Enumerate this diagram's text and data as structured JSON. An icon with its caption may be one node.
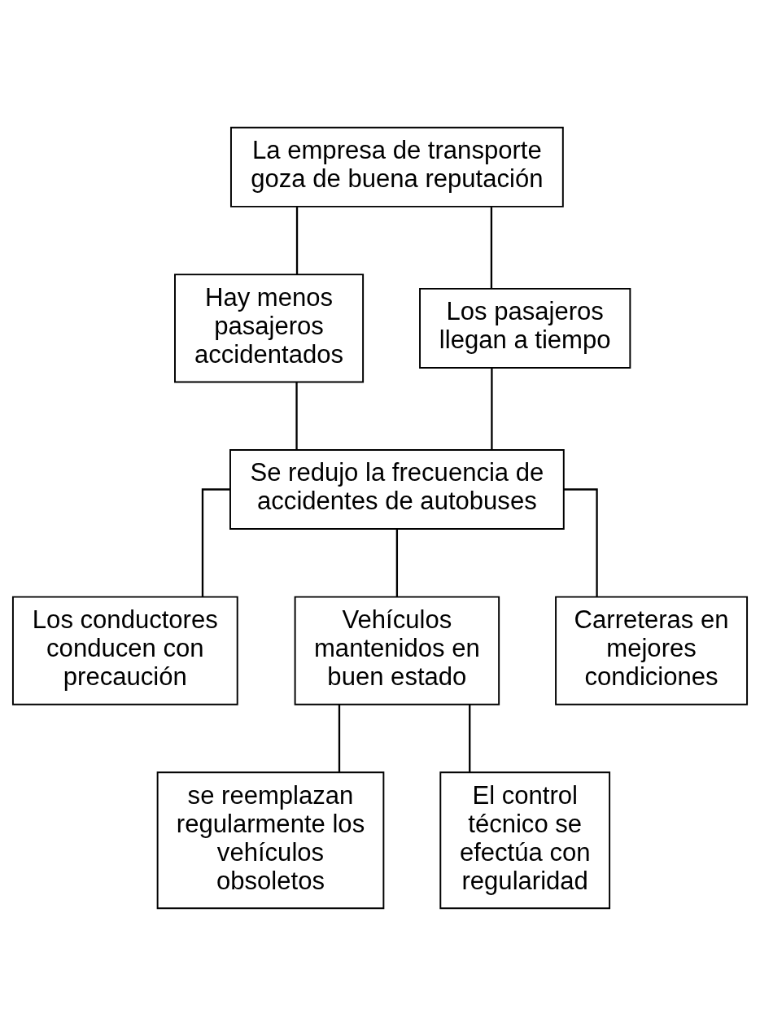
{
  "diagram": {
    "nodes": [
      {
        "text": [
          "La empresa de transporte goza de buena reputación"
        ]
      },
      {
        "text": [
          "Hay menos pasajeros accidentados"
        ]
      },
      {
        "text": [
          "Los pasajeros llegan a tiempo"
        ]
      },
      {
        "text": [
          "Se redujo la frecuencia de accidentes de autobuses"
        ]
      },
      {
        "text": [
          "Los conductores conducen con precaución"
        ]
      },
      {
        "text": [
          "Vehículos mantenidos en buen estado"
        ]
      },
      {
        "text": [
          "Carreteras en mejores condiciones"
        ]
      },
      {
        "text": [
          "se reemplazan regularmente los vehículos obsoletos"
        ]
      },
      {
        "text": [
          "El control técnico se efectúa con regularidad"
        ]
      }
    ],
    "edges": [
      {
        "from": 0,
        "to": 1,
        "arrow": "none"
      },
      {
        "from": 0,
        "to": 2,
        "arrow": "none"
      },
      {
        "from": 1,
        "to": 3,
        "arrow": "none"
      },
      {
        "from": 2,
        "to": 3,
        "arrow": "none"
      },
      {
        "from": 3,
        "to": 4,
        "arrow": "none"
      },
      {
        "from": 3,
        "to": 5,
        "arrow": "none"
      },
      {
        "from": 3,
        "to": 6,
        "arrow": "none"
      },
      {
        "from": 5,
        "to": 7,
        "arrow": "none"
      },
      {
        "from": 5,
        "to": 8,
        "arrow": "none"
      }
    ]
  }
}
